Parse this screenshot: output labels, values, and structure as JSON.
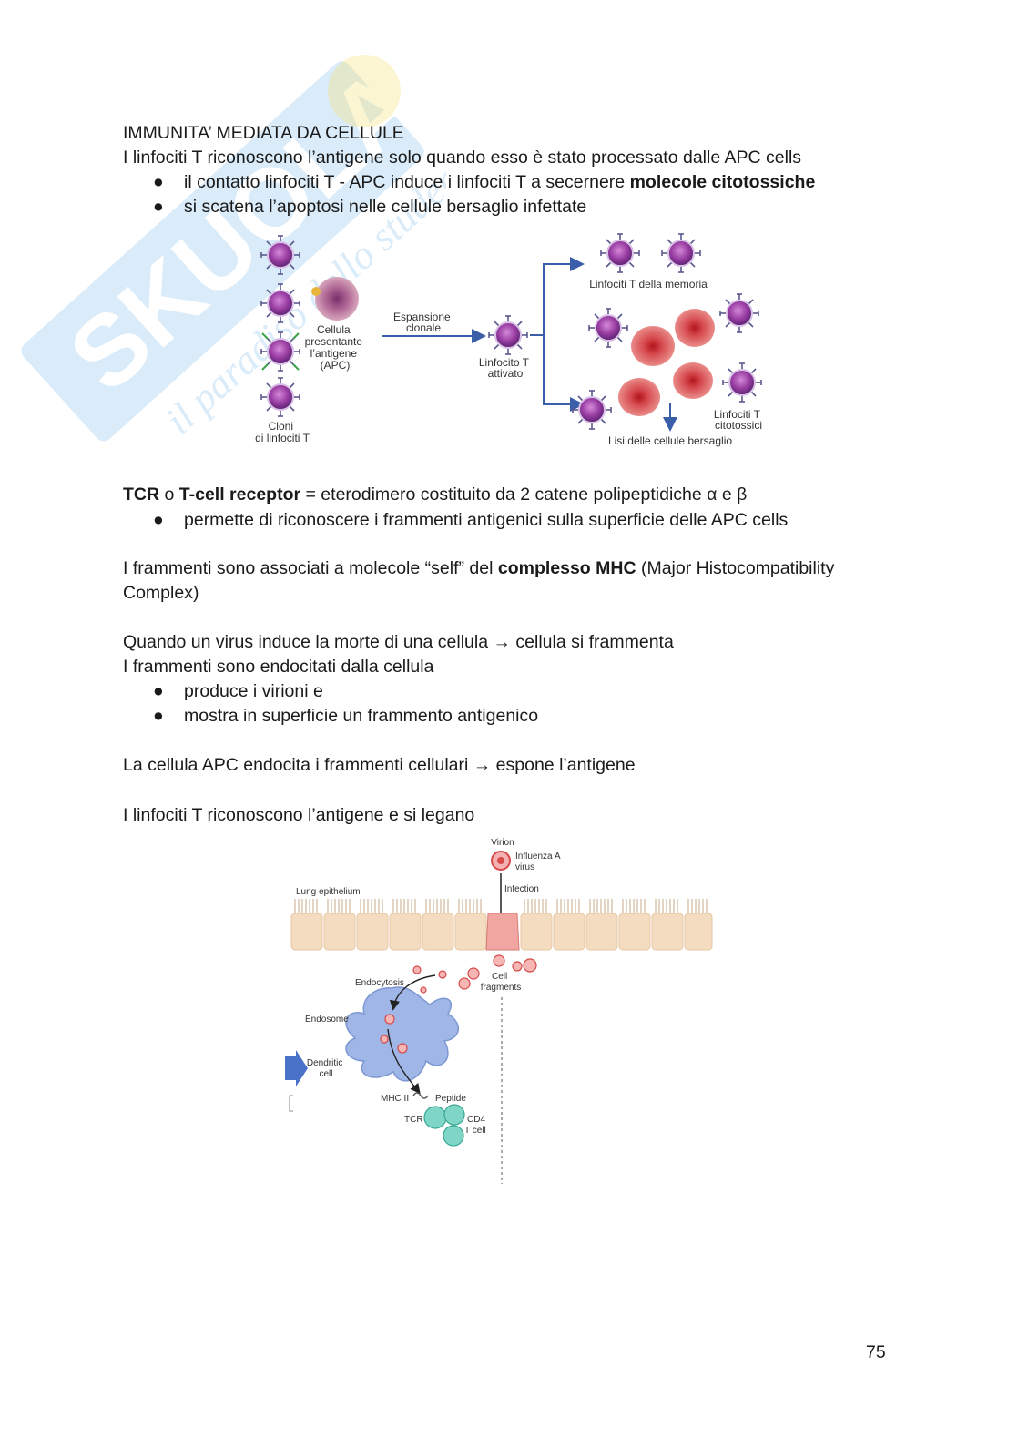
{
  "watermark": {
    "brand": "SKUOLA.net",
    "tagline": "il paradiso dello studente"
  },
  "section_title": "IMMUNITA’ MEDIATA DA CELLULE",
  "intro": "I linfociti T riconoscono l’antigene solo quando esso è stato processato dalle APC cells",
  "bullets1": [
    {
      "pre": "il contatto linfociti T - APC induce i linfociti T a secernere ",
      "bold": "molecole citotossiche"
    },
    {
      "pre": "si scatena l’apoptosi nelle cellule bersaglio infettate"
    }
  ],
  "figure1": {
    "labels": {
      "apc": [
        "Cellula",
        "presentante",
        "l’antigene",
        "(APC)"
      ],
      "clones": [
        "Cloni",
        "di linfociti T"
      ],
      "expansion": [
        "Espansione",
        "clonale"
      ],
      "activated": [
        "Linfocito T",
        "attivato"
      ],
      "memory": "Linfociti T della memoria",
      "cytotoxic": [
        "Linfociti T",
        "citotossici"
      ],
      "lysis": "Lisi delle cellule bersaglio"
    }
  },
  "tcr": {
    "b1": "TCR",
    "mid": " o ",
    "b2": "T-cell receptor",
    "rest": " = eterodimero costituito da 2 catene polipeptidiche α e β"
  },
  "tcr_bullet": "permette di riconoscere i frammenti antigenici sulla superficie delle APC cells",
  "mhc": {
    "pre": "I frammenti sono associati a molecole “self” del ",
    "bold": "complesso MHC",
    "post": " (Major Histocompatibility Complex)"
  },
  "virus_line1": "Quando un virus induce la morte di una cellula → cellula si frammenta",
  "virus_line2": "I frammenti sono endocitati dalla cellula",
  "bullets2": [
    "produce i virioni e",
    "mostra in superficie un frammento antigenico"
  ],
  "apc_line": "La cellula APC endocita i frammenti cellulari → espone l’antigene",
  "bind_line": "I linfociti T riconoscono l’antigene e si legano",
  "figure2": {
    "labels": {
      "virion": "Virion",
      "virus": [
        "Influenza A",
        "virus"
      ],
      "infection": "Infection",
      "lung": "Lung epithelium",
      "endocytosis": "Endocytosis",
      "endosome": "Endosome",
      "fragments": [
        "Cell",
        "fragments"
      ],
      "dendritic": [
        "Dendritic",
        "cell"
      ],
      "mhc": "MHC II",
      "peptide": "Peptide",
      "tcr": "TCR",
      "cd4": [
        "CD4",
        "T cell"
      ]
    }
  },
  "page_number": "75"
}
